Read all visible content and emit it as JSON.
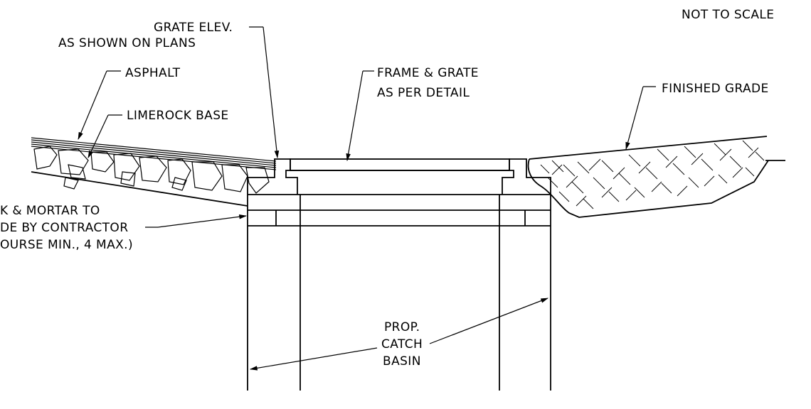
{
  "title": "",
  "scale_note": "NOT TO SCALE",
  "labels": {
    "grate_elev_1": "GRATE ELEV.",
    "grate_elev_2": "AS SHOWN ON PLANS",
    "asphalt": "ASPHALT",
    "limerock": "LIMEROCK BASE",
    "frame_grate_1": "FRAME & GRATE",
    "frame_grate_2": "AS PER DETAIL",
    "finished_grade": "FINISHED GRADE",
    "brick_1": "K & MORTAR TO",
    "brick_2": "DE BY CONTRACTOR",
    "brick_3": "OURSE MIN., 4 MAX.)",
    "basin_1": "PROP.",
    "basin_2": "CATCH",
    "basin_3": "BASIN"
  }
}
